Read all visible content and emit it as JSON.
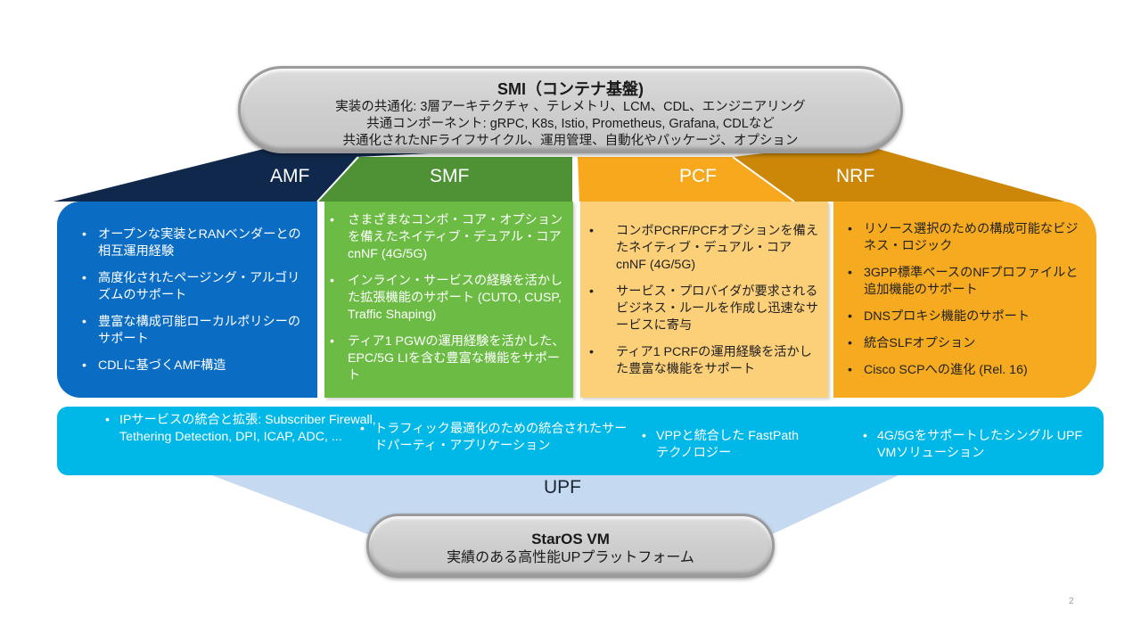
{
  "smi": {
    "title": "SMI（コンテナ基盤)",
    "lines": [
      "実装の共通化: 3層アーキテクチャ 、テレメトリ、LCM、CDL、エンジニアリング",
      "共通コンポーネント: gRPC, K8s, Istio, Prometheus, Grafana, CDLなど",
      "共通化されたNFライフサイクル、運用管理、自動化やパッケージ、オプション"
    ]
  },
  "bands": [
    {
      "label": "AMF",
      "color": "#10284b"
    },
    {
      "label": "SMF",
      "color": "#4f9235"
    },
    {
      "label": "PCF",
      "color": "#f8a81d"
    },
    {
      "label": "NRF",
      "color": "#cc8708"
    }
  ],
  "panels": {
    "amf": {
      "color": "#0a6cc2",
      "items": [
        "オープンな実装とRANベンダーとの相互運用経験",
        "高度化されたページング・アルゴリズムのサポート",
        "豊富な構成可能ローカルポリシーのサポート",
        "CDLに基づくAMF構造"
      ]
    },
    "smf": {
      "color": "#6cbb45",
      "items": [
        "さまざまなコンボ・コア・オプションを備えたネイティブ・デュアル・コアcnNF (4G/5G)",
        "インライン・サービスの経験を活かした拡張機能のサポート (CUTO, CUSP, Traffic Shaping)",
        "ティア1 PGWの運用経験を活かした、EPC/5G LIを含む豊富な機能をサポート"
      ]
    },
    "pcf": {
      "color": "#fccf79",
      "items": [
        "コンボPCRF/PCFオプションを備えたネイティブ・デュアル・コアcnNF (4G/5G)",
        "サービス・プロバイダが要求されるビジネス・ルールを作成し迅速なサービスに寄与",
        "ティア1 PCRFの運用経験を活かした豊富な機能をサポート"
      ]
    },
    "nrf": {
      "color": "#f6aa1f",
      "items": [
        "リソース選択のための構成可能なビジネス・ロジック",
        "3GPP標準ベースのNFプロファイルと追加機能のサポート",
        "DNSプロキシ機能のサポート",
        "統合SLFオプション",
        "Cisco SCPへの進化 (Rel. 16)"
      ]
    }
  },
  "bullet": "•",
  "upf": {
    "label": "UPF",
    "color": "#00b8e8",
    "items": [
      "IPサービスの統合と拡張: Subscriber Firewall, Tethering Detection, DPI, ICAP, ADC, ...",
      "トラフィック最適化のための統合されたサードパーティ・アプリケーション",
      "VPPと統合した FastPathテクノロジー",
      "4G/5Gをサポートしたシングル UPF VMソリューション"
    ]
  },
  "staros": {
    "title": "StarOS VM",
    "subtitle": "実績のある高性能UPプラットフォーム"
  },
  "page_number": "2"
}
